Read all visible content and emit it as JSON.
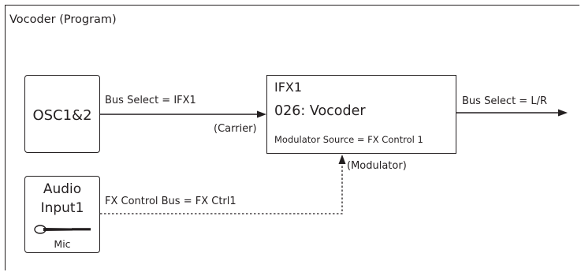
{
  "diagram": {
    "title": "Vocoder (Program)",
    "osc": {
      "label": "OSC1&2"
    },
    "audio_input": {
      "label_line1": "Audio",
      "label_line2": "Input1",
      "mic_label": "Mic"
    },
    "ifx": {
      "name": "IFX1",
      "effect": "026: Vocoder",
      "modulator_source": "Modulator Source = FX Control 1"
    },
    "labels": {
      "bus_select_ifx": "Bus Select = IFX1",
      "carrier": "(Carrier)",
      "bus_select_lr": "Bus Select = L/R",
      "fx_control_bus": "FX Control Bus = FX Ctrl1",
      "modulator": "(Modulator)"
    },
    "colors": {
      "line": "#231f20",
      "background": "#ffffff"
    }
  }
}
